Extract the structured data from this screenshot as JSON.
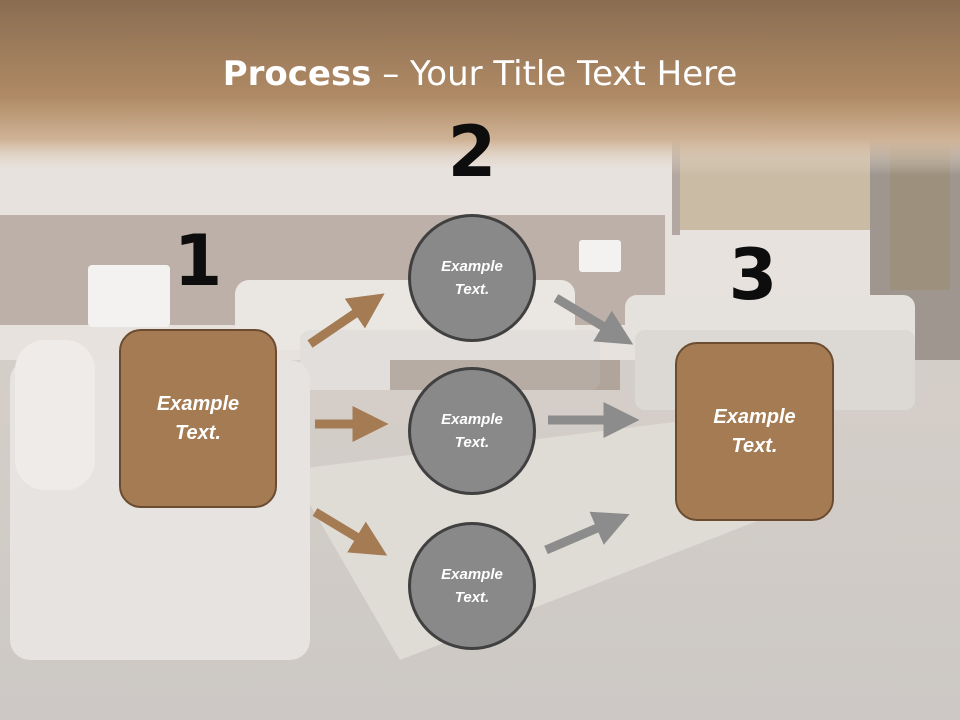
{
  "title": {
    "bold": "Process",
    "rest": " – Your Title Text Here"
  },
  "steps": [
    {
      "number": "1",
      "label": "Example\nText."
    },
    {
      "number": "2",
      "label": ""
    },
    {
      "number": "3",
      "label": "Example\nText."
    }
  ],
  "circles": [
    {
      "label": "Example\nText."
    },
    {
      "label": "Example\nText."
    },
    {
      "label": "Example\nText."
    }
  ],
  "colors": {
    "title_band": "#9d7049",
    "step_box": "#a47b53",
    "circle": "#898989",
    "left_arrows": "#a47b53",
    "right_arrows": "#8c8c8c"
  }
}
